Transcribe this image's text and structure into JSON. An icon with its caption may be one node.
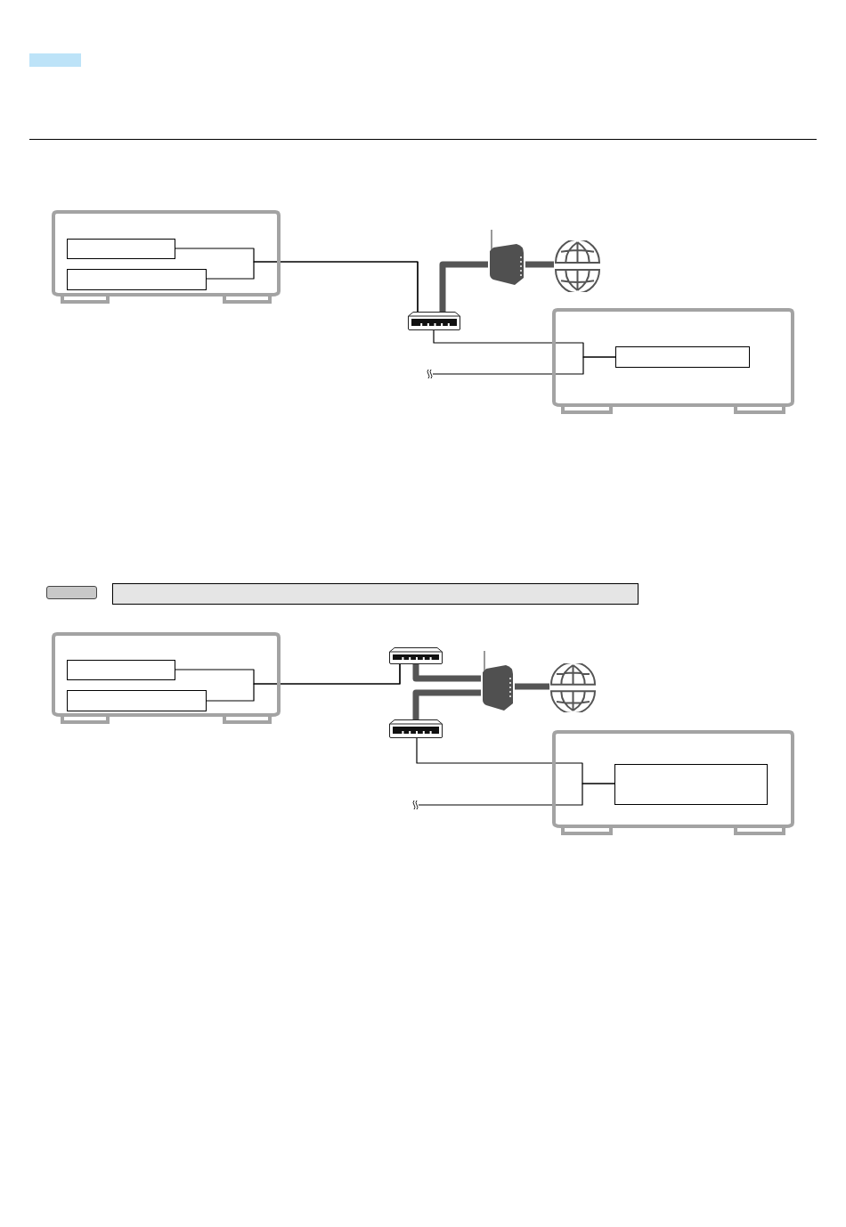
{
  "diagram": {
    "nodes": [
      {
        "text": [],
        "shape": "box"
      },
      {
        "text": [],
        "shape": "box"
      },
      {
        "text": [],
        "shape": "box",
        "in": 1
      },
      {
        "text": [],
        "shape": "box",
        "in": 1
      },
      {
        "text": [],
        "shape": "picture"
      },
      {
        "text": [],
        "shape": "picture"
      },
      {
        "text": [],
        "shape": "picture"
      },
      {
        "text": [],
        "shape": "box"
      },
      {
        "text": [],
        "shape": "box",
        "in": 7
      },
      {
        "text": [],
        "shape": "box"
      },
      {
        "text": [],
        "shape": "box"
      },
      {
        "text": [],
        "shape": "box"
      },
      {
        "text": [],
        "shape": "box",
        "in": 11
      },
      {
        "text": [],
        "shape": "box",
        "in": 11
      },
      {
        "text": [],
        "shape": "picture"
      },
      {
        "text": [],
        "shape": "picture"
      },
      {
        "text": [],
        "shape": "picture"
      },
      {
        "text": [],
        "shape": "picture"
      },
      {
        "text": [],
        "shape": "box"
      },
      {
        "text": [],
        "shape": "box",
        "in": 18
      }
    ],
    "edges": [
      {
        "from": 2,
        "to": 4,
        "arrow": "none"
      },
      {
        "from": 3,
        "to": 4,
        "arrow": "none"
      },
      {
        "from": 4,
        "to": 5,
        "arrow": "none",
        "style": "thick",
        "color": "#555555"
      },
      {
        "from": 5,
        "to": 6,
        "arrow": "none",
        "style": "thick",
        "color": "#555555"
      },
      {
        "from": 4,
        "to": 8,
        "arrow": "none"
      },
      {
        "from": null,
        "to": 8,
        "arrow": "none"
      },
      {
        "from": 12,
        "to": 14,
        "arrow": "none"
      },
      {
        "from": 13,
        "to": 14,
        "arrow": "none"
      },
      {
        "from": 14,
        "to": 15,
        "arrow": "none",
        "style": "thick",
        "color": "#555555"
      },
      {
        "from": 17,
        "to": 15,
        "arrow": "none",
        "style": "thick",
        "color": "#555555"
      },
      {
        "from": 15,
        "to": 16,
        "arrow": "none",
        "style": "thick",
        "color": "#555555"
      },
      {
        "from": 17,
        "to": 19,
        "arrow": "none"
      },
      {
        "from": null,
        "to": 19,
        "arrow": "none"
      }
    ]
  }
}
